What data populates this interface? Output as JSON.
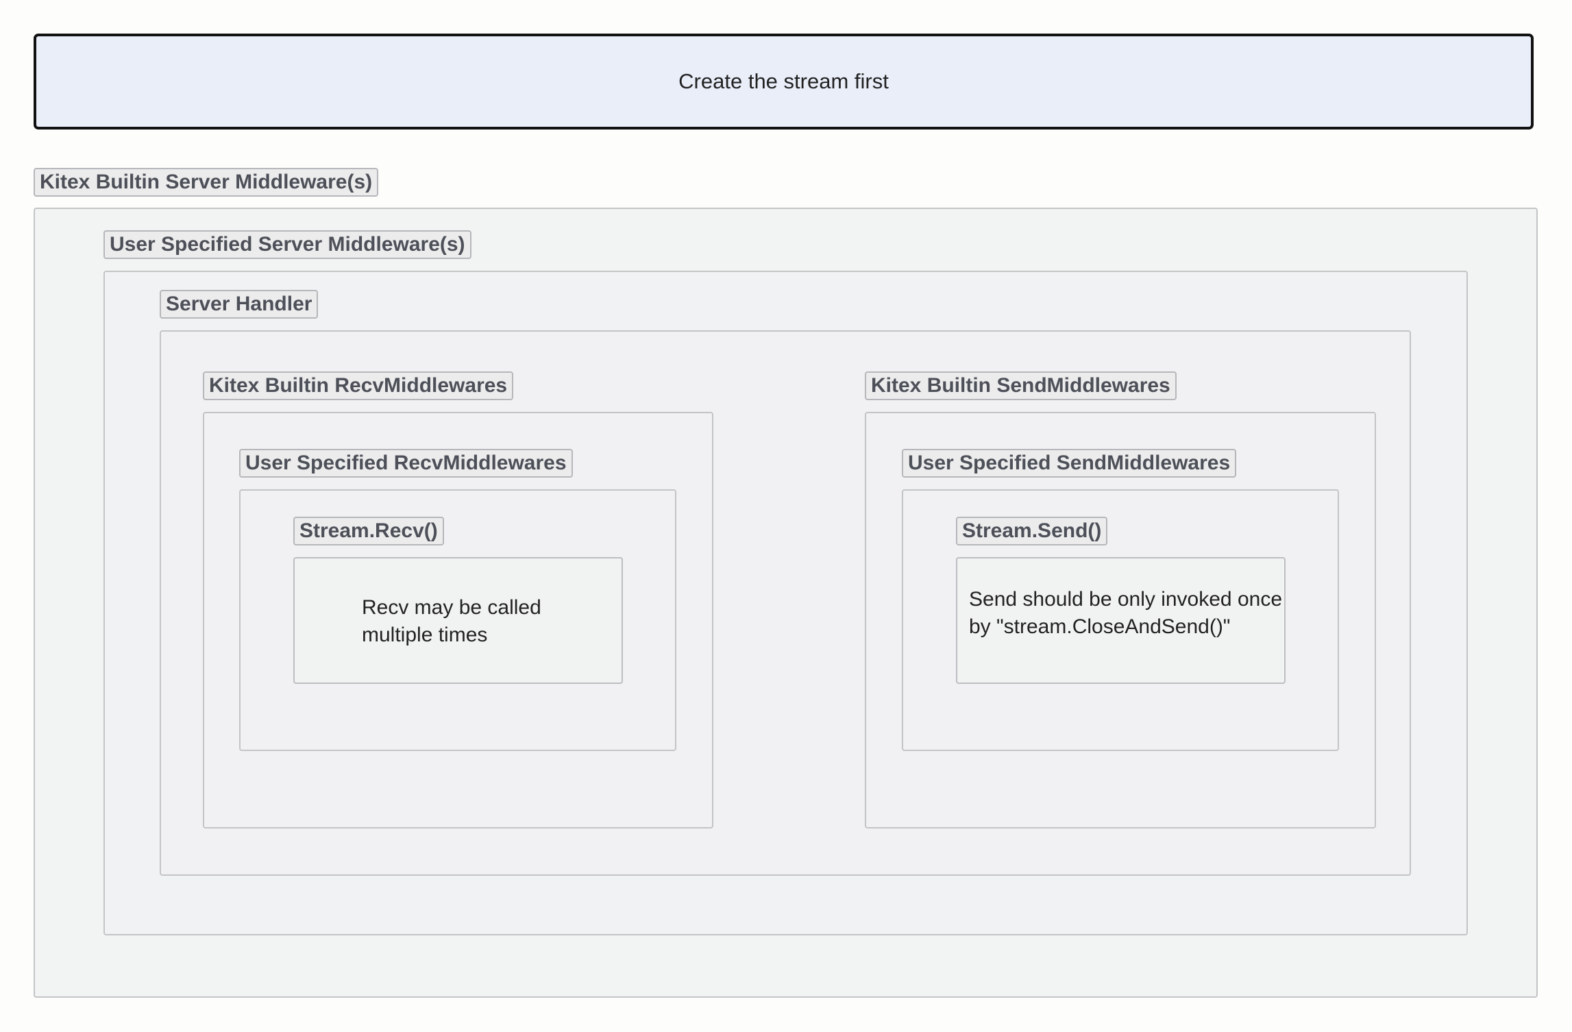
{
  "top_box": {
    "text": "Create the stream first"
  },
  "frames": {
    "kitex_builtin_server": "Kitex Builtin Server Middleware(s)",
    "user_specified_server": "User Specified Server Middleware(s)",
    "server_handler": "Server Handler",
    "kitex_builtin_recv": "Kitex Builtin RecvMiddlewares",
    "user_specified_recv": "User Specified RecvMiddlewares",
    "stream_recv": "Stream.Recv()",
    "kitex_builtin_send": "Kitex Builtin SendMiddlewares",
    "user_specified_send": "User Specified SendMiddlewares",
    "stream_send": "Stream.Send()"
  },
  "notes": {
    "recv": "Recv may be called\nmultiple times",
    "send": "Send should be only invoked once\nby \"stream.CloseAndSend()\""
  },
  "colors": {
    "top_box_fill": "#e9eef9",
    "top_box_border": "#111111",
    "frame_border": "#c3c4c6",
    "label_text": "#4d5058"
  }
}
